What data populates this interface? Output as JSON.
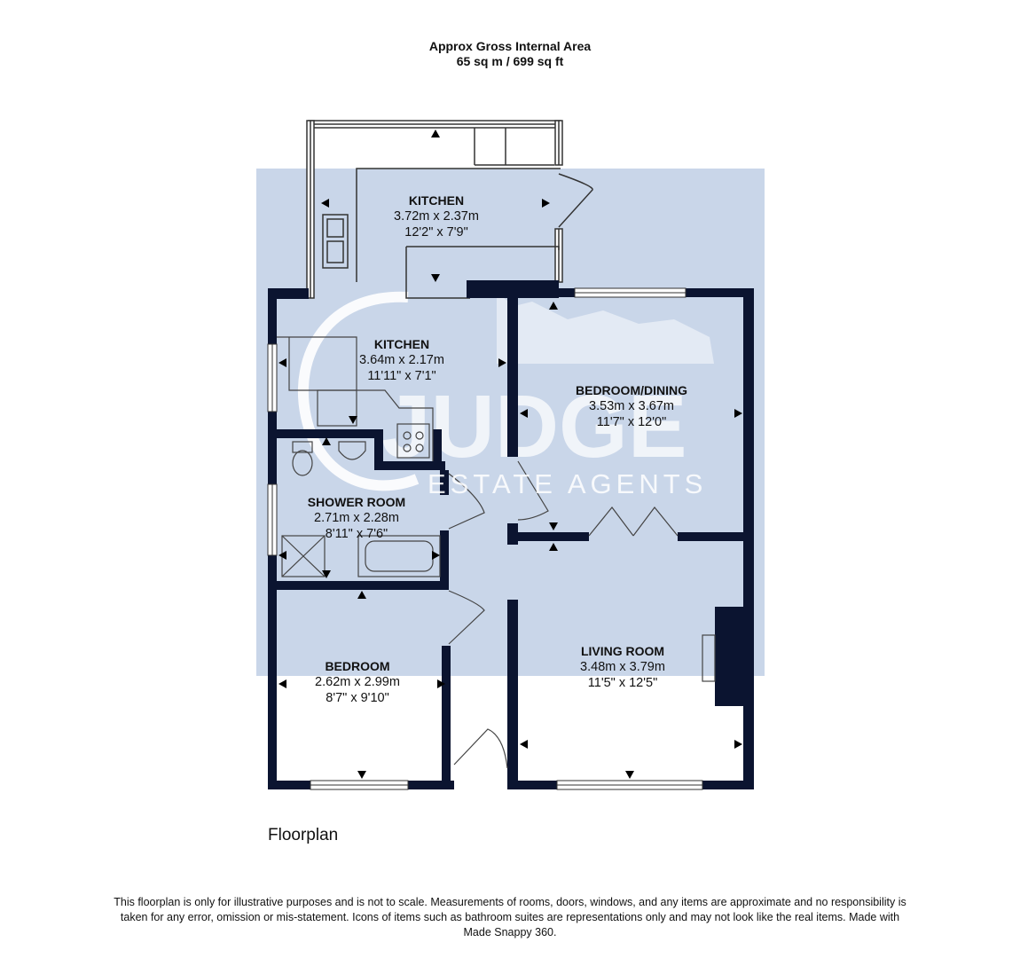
{
  "header": {
    "area_title": "Approx Gross Internal Area",
    "area_value": "65 sq m / 699 sq ft"
  },
  "rooms": [
    {
      "name": "KITCHEN",
      "metric": "3.72m x 2.37m",
      "imperial": "12'2\" x 7'9\""
    },
    {
      "name": "KITCHEN",
      "metric": "3.64m x 2.17m",
      "imperial": "11'11\" x 7'1\""
    },
    {
      "name": "BEDROOM/DINING",
      "metric": "3.53m x 3.67m",
      "imperial": "11'7\" x 12'0\""
    },
    {
      "name": "SHOWER ROOM",
      "metric": "2.71m x 2.28m",
      "imperial": "8'11\" x 7'6\""
    },
    {
      "name": "BEDROOM",
      "metric": "2.62m x 2.99m",
      "imperial": "8'7\" x 9'10\""
    },
    {
      "name": "LIVING ROOM",
      "metric": "3.48m x 3.79m",
      "imperial": "11'5\" x 12'5\""
    }
  ],
  "watermark": {
    "brand": "JUDGE",
    "tagline": "ESTATE AGENTS"
  },
  "plan_title": "Floorplan",
  "disclaimer": "This floorplan is only for illustrative purposes and is not to scale. Measurements of rooms, doors, windows, and any items are approximate and no responsibility is taken for any error, omission or mis-statement. Icons of items such as bathroom suites are representations only and may not look like the real items. Made with Made Snappy 360.",
  "colors": {
    "wall": "#0b1430",
    "watermark_bg": "#c9d6e9",
    "window": "#ffffff"
  }
}
